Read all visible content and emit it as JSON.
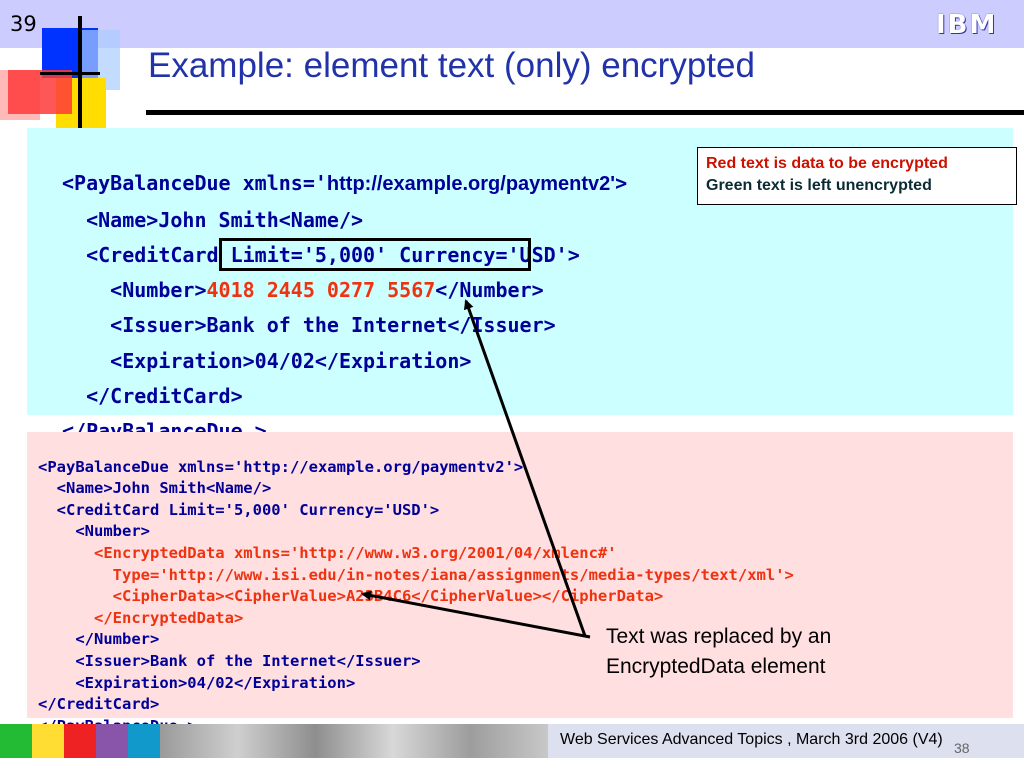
{
  "slide": {
    "number": "39",
    "title": "Example: element text (only) encrypted",
    "logo": "IBM"
  },
  "top_code": {
    "line1_pre": "<PayBalanceDue xmlns='",
    "line1_url": "http://example.org/paymentv2'",
    "line1_post": ">",
    "line2": "  <Name>John Smith<Name/>",
    "line3": "  <CreditCard Limit='5,000' Currency='USD'>",
    "line4_pre": "    <Number>",
    "line4_red": "4018 2445 0277 5567",
    "line4_post": "</Number>",
    "line5": "    <Issuer>Bank of the Internet</Issuer>",
    "line6": "    <Expiration>04/02</Expiration>",
    "line7": "  </CreditCard>",
    "line8": "</PayBalanceDue >"
  },
  "legend": {
    "red_text": "Red text is data to be encrypted",
    "green_text": "Green text is left unencrypted"
  },
  "bottom_code": {
    "line1": "<PayBalanceDue xmlns='http://example.org/paymentv2'>",
    "line2": "  <Name>John Smith<Name/>",
    "line3": "  <CreditCard Limit='5,000' Currency='USD'>",
    "line4": "    <Number>",
    "line5": "      <EncryptedData xmlns='http://www.w3.org/2001/04/xmlenc#'",
    "line6": "        Type='http://www.isi.edu/in-notes/iana/assignments/media-types/text/xml'>",
    "line7": "        <CipherData><CipherValue>A23B4C6</CipherValue></CipherData>",
    "line8": "      </EncryptedData>",
    "line9": "    </Number>",
    "line10": "    <Issuer>Bank of the Internet</Issuer>",
    "line11": "    <Expiration>04/02</Expiration>",
    "line12": "</CreditCard>",
    "line13": "</PayBalanceDue >"
  },
  "annotation": {
    "text": "Text was replaced by an\nEncryptedData element"
  },
  "footer": {
    "text": "Web Services Advanced Topics , March 3rd 2006 (V4)",
    "page": "38"
  },
  "colors": {
    "title": "#2233aa",
    "code": "#000099",
    "encrypted_red": "#ee3311",
    "top_panel": "#ccffff",
    "bottom_panel": "#ffdfdf",
    "header_band": "#ccccff"
  }
}
